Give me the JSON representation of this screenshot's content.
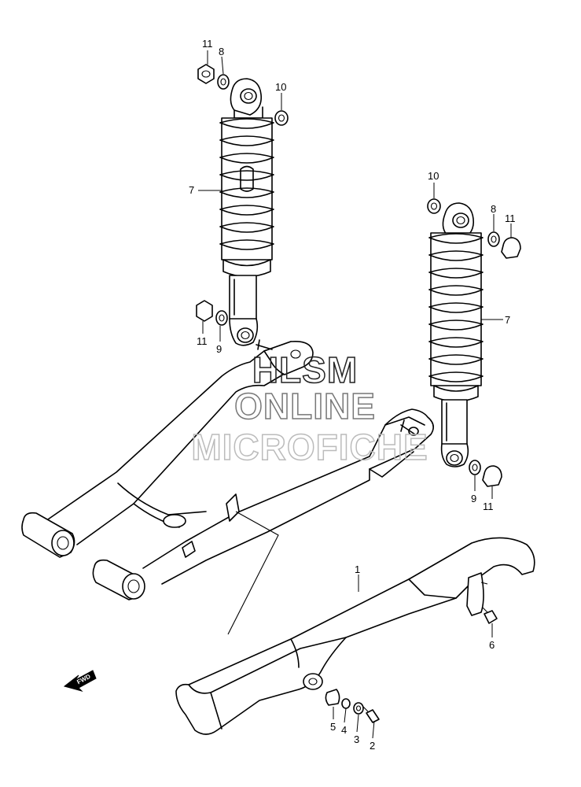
{
  "watermark": {
    "line1": "HLSM",
    "line2": "ONLINE",
    "line3": "MICROFICHE"
  },
  "fwd_label": "FWD",
  "callouts": {
    "c1": "11",
    "c2": "8",
    "c3": "10",
    "c4": "7",
    "c5": "11",
    "c6": "9",
    "c7": "10",
    "c8": "8",
    "c9": "11",
    "c10": "7",
    "c11": "9",
    "c12": "11",
    "c13": "1",
    "c14": "6",
    "c15": "5",
    "c16": "4",
    "c17": "3",
    "c18": "2"
  },
  "icons": {
    "left-shock": "shock-absorber-icon",
    "right-shock": "shock-absorber-icon",
    "swingarm": "swingarm-icon",
    "chain-case": "chain-case-icon",
    "fwd-arrow": "arrow-left-icon"
  }
}
